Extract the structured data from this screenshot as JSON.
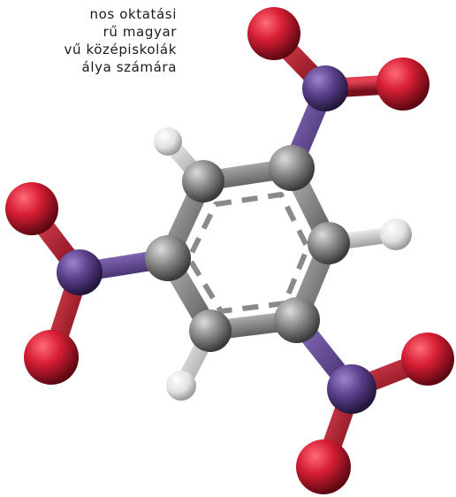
{
  "text_fragment": {
    "lines": [
      "nos oktatási",
      "rű magyar",
      "vű középiskolák",
      "álya számára"
    ]
  },
  "molecule": {
    "colors": {
      "oxygen": "#cc1a2e",
      "nitrogen": "#5a3f8c",
      "carbon": "#7a7a7a",
      "hydrogen": "#e6e6e6"
    }
  }
}
